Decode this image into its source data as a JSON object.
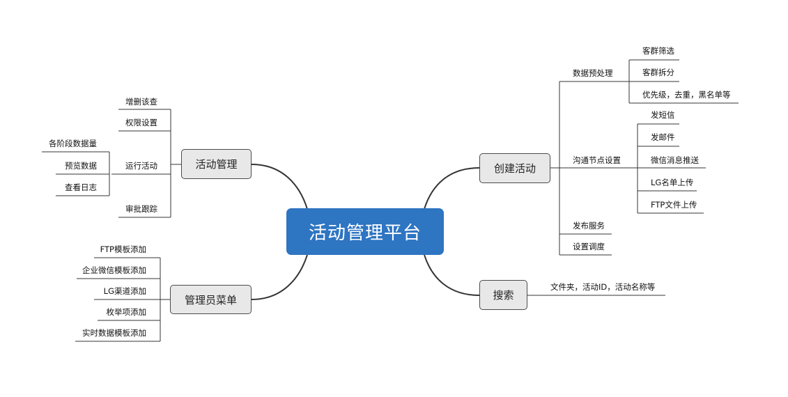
{
  "root": {
    "label": "活动管理平台"
  },
  "left_branches": [
    {
      "label": "活动管理",
      "children": [
        {
          "label": "增删该查",
          "children": []
        },
        {
          "label": "权限设置",
          "children": []
        },
        {
          "label": "运行活动",
          "children": [
            {
              "label": "各阶段数据量"
            },
            {
              "label": "预览数据"
            },
            {
              "label": "查看日志"
            }
          ]
        },
        {
          "label": "审批跟踪",
          "children": []
        }
      ]
    },
    {
      "label": "管理员菜单",
      "children": [
        {
          "label": "FTP模板添加"
        },
        {
          "label": "企业微信模板添加"
        },
        {
          "label": "LG渠道添加"
        },
        {
          "label": "枚举项添加"
        },
        {
          "label": "实时数据模板添加"
        }
      ]
    }
  ],
  "right_branches": [
    {
      "label": "创建活动",
      "children": [
        {
          "label": "数据预处理",
          "children": [
            {
              "label": "客群筛选"
            },
            {
              "label": "客群拆分"
            },
            {
              "label": "优先级，去重，黑名单等"
            }
          ]
        },
        {
          "label": "沟通节点设置",
          "children": [
            {
              "label": "发短信"
            },
            {
              "label": "发邮件"
            },
            {
              "label": "微信消息推送"
            },
            {
              "label": "LG名单上传"
            },
            {
              "label": "FTP文件上传"
            }
          ]
        },
        {
          "label": "发布服务",
          "children": []
        },
        {
          "label": "设置调度",
          "children": []
        }
      ]
    },
    {
      "label": "搜索",
      "children": [
        {
          "label": "文件夹，活动ID，活动名称等",
          "children": []
        }
      ]
    }
  ],
  "colors": {
    "root_fill": "#2e75c2",
    "node_fill": "#e8e8e8",
    "line": "#333333"
  }
}
